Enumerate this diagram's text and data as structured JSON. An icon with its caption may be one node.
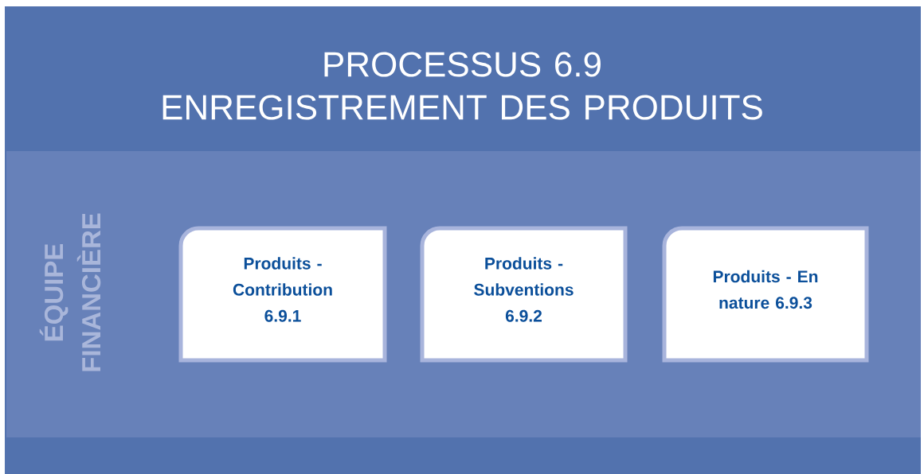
{
  "diagram": {
    "title": "PROCESSUS 6.9 ENREGISTREMENT DES PRODUITS",
    "nodes": [
      {
        "text": [
          "ÉQUIPE FINANCIÈRE"
        ]
      },
      {
        "text": [
          "Produits - Contribution 6.9.1"
        ],
        "in": 0
      },
      {
        "text": [
          "Produits - Subventions 6.9.2"
        ],
        "in": 0
      },
      {
        "text": [
          "Produits - En nature 6.9.3"
        ],
        "in": 0
      }
    ],
    "edges": []
  }
}
